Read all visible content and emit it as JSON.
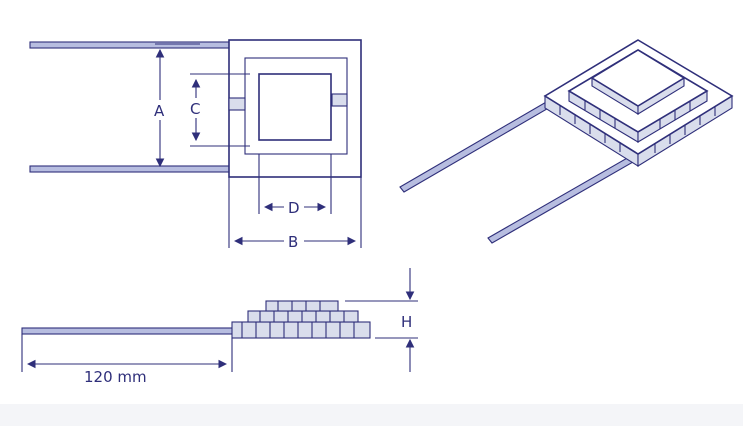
{
  "labels": {
    "a": "A",
    "b": "B",
    "c": "C",
    "d": "D",
    "h": "H",
    "length": "120 mm"
  },
  "colors": {
    "line": "#2f2f7a",
    "fill_side": "#d9ddec",
    "wire": "#b7bde0",
    "background": "#ffffff"
  }
}
